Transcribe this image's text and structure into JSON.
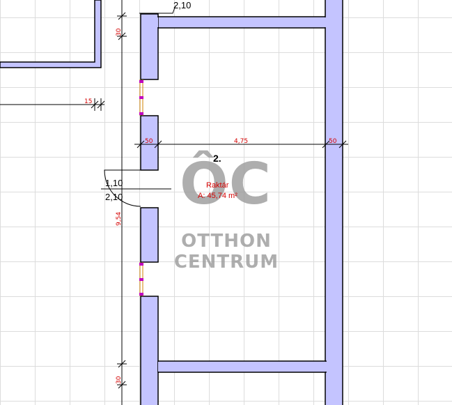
{
  "plan": {
    "room_number": "2.",
    "room_name": "Raktár",
    "room_area": "A: 45,74 m²",
    "dimensions": {
      "top_height": "2,10",
      "wall_left": "50",
      "room_width": "4,75",
      "wall_right": "50",
      "door_width": "1,10",
      "door_height": "2,10",
      "segment_15": "15",
      "segment_30_top": "30",
      "segment_30_bottom": "30",
      "room_length": "9,54"
    },
    "colors": {
      "wall_fill": "#c4c4ff",
      "grid": "#dcdcdc",
      "dimension_text": "#d40000"
    }
  },
  "watermark": {
    "logo_letters": "ÔC",
    "line1": "OTTHON",
    "line2": "CENTRUM"
  }
}
